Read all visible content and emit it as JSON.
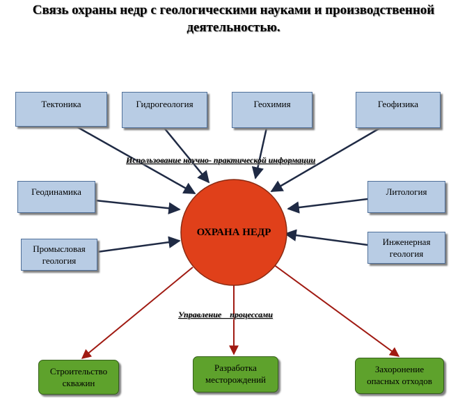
{
  "title": "Связь охраны недр с  геологическими науками и производственной деятельностью.",
  "center": "ОХРАНА НЕДР",
  "label_top": "Использование научно- практической информации",
  "label_bottom": "Управление    процессами",
  "sciences": {
    "tectonics": "Тектоника",
    "hydrogeology": "Гидрогеология",
    "geochemistry": "Геохимия",
    "geophysics": "Геофизика",
    "geodynamics": "Геодинамика",
    "lithology": "Литология",
    "petroleum_geology": "Промысловая геология",
    "engineering_geology": "Инженерная геология"
  },
  "activities": {
    "well_construction": "Строительство скважин",
    "deposit_development": "Разработка месторождений",
    "waste_burial": "Захоронение опасных отходов"
  },
  "colors": {
    "circle": "#e0401a",
    "science_box": "#b8cce4",
    "activity_box": "#5ea22c",
    "input_arrow": "#1f2a44",
    "output_arrow": "#a01a12"
  }
}
